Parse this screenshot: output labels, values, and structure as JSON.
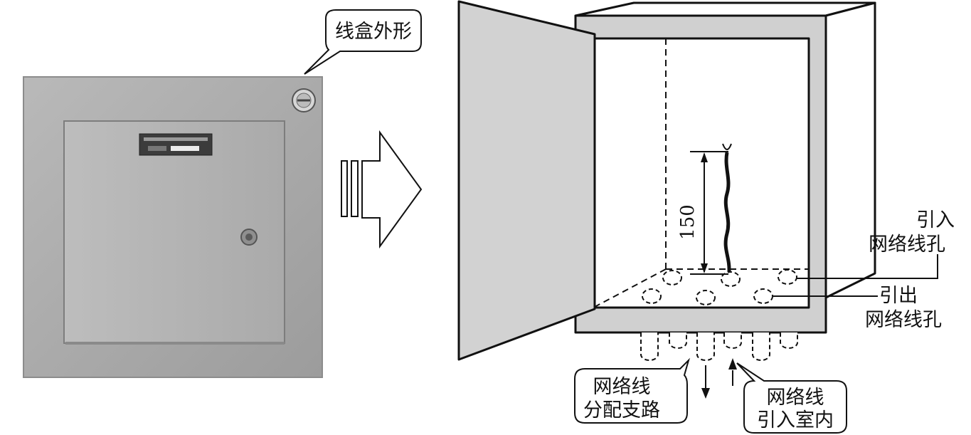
{
  "callouts": {
    "box_shape": "线盒外形",
    "in_hole_line1": "引入",
    "in_hole_line2": "网络线孔",
    "out_hole_line1": "引出",
    "out_hole_line2": "网络线孔",
    "branch_line1": "网络线",
    "branch_line2": "分配支路",
    "indoor_line1": "网络线",
    "indoor_line2": "引入室内"
  },
  "dimension": {
    "value": "150"
  },
  "colors": {
    "panel_gray": "#d0d0d0",
    "door_gray": "#d2d2d2",
    "photo_frame": "#a8a8a8",
    "photo_door": "#b4b4b4",
    "line": "#111111"
  }
}
